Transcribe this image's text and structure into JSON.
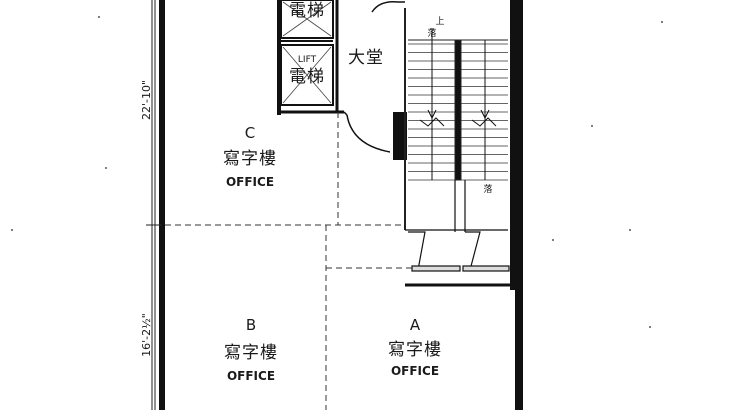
{
  "dimensions": {
    "upper": "22'-10\"",
    "lower": "16'-2½\""
  },
  "lifts": [
    {
      "label_zh": "電梯",
      "label_en": ""
    },
    {
      "label_zh": "電梯",
      "label_en": "LIFT"
    }
  ],
  "lobby": {
    "label_zh": "大堂"
  },
  "stair": {
    "up": "上",
    "down_top": "落",
    "down_bottom": "落"
  },
  "units": [
    {
      "letter": "C",
      "label_zh": "寫字樓",
      "label_en": "OFFICE"
    },
    {
      "letter": "B",
      "label_zh": "寫字樓",
      "label_en": "OFFICE"
    },
    {
      "letter": "A",
      "label_zh": "寫字樓",
      "label_en": "OFFICE"
    }
  ]
}
